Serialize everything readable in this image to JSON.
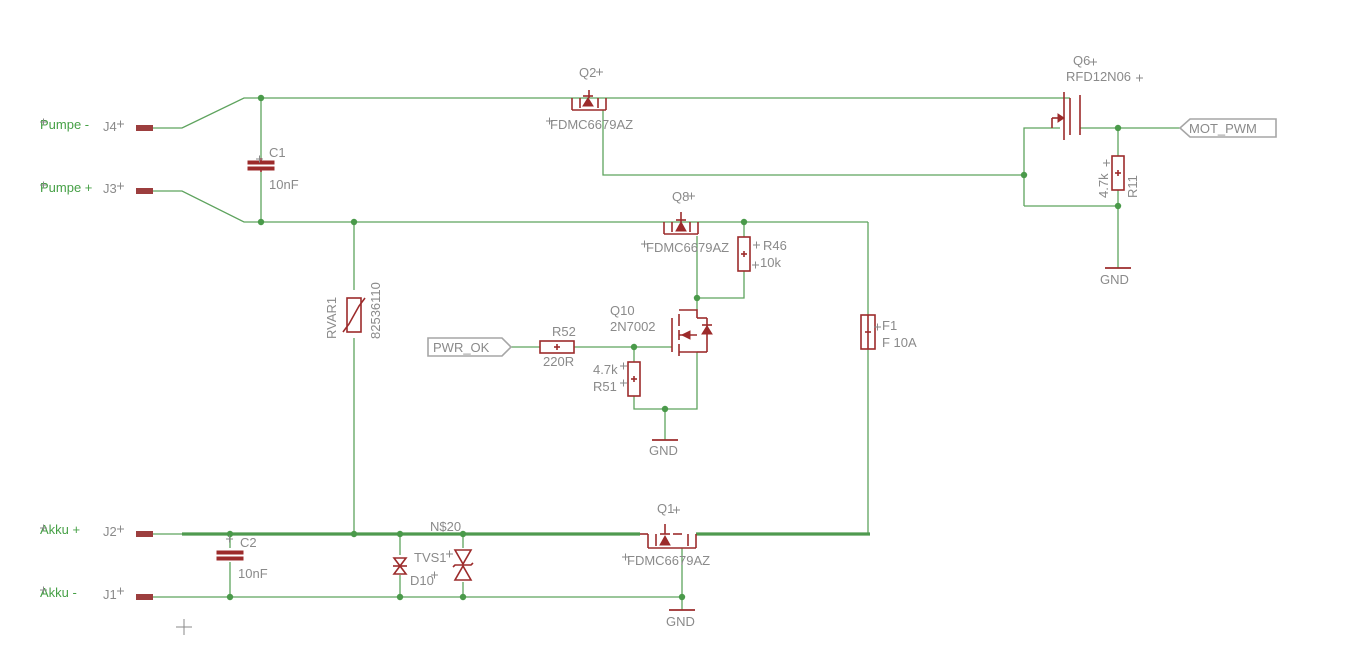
{
  "nets": {
    "pump_minus": "Pumpe -",
    "pump_plus": "Pumpe +",
    "akku_plus": "Akku +",
    "akku_minus": "Akku -",
    "mot_pwm": "MOT_PWM",
    "pwr_ok": "PWR_OK",
    "n20": "N$20"
  },
  "connectors": {
    "j4": "J4",
    "j3": "J3",
    "j2": "J2",
    "j1": "J1"
  },
  "components": {
    "q2": {
      "ref": "Q2",
      "value": "FDMC6679AZ"
    },
    "q6": {
      "ref": "Q6",
      "value": "RFD12N06"
    },
    "q8": {
      "ref": "Q8",
      "value": "FDMC6679AZ"
    },
    "q1": {
      "ref": "Q1",
      "value": "FDMC6679AZ"
    },
    "q10": {
      "ref": "Q10",
      "value": "2N7002"
    },
    "c1": {
      "ref": "C1",
      "value": "10nF"
    },
    "c2": {
      "ref": "C2",
      "value": "10nF"
    },
    "rvar1": {
      "ref": "RVAR1",
      "value": "82536110"
    },
    "r46": {
      "ref": "R46",
      "value": "10k"
    },
    "r52": {
      "ref": "R52",
      "value": "220R"
    },
    "r51": {
      "ref": "R51",
      "value": "4.7k"
    },
    "r11": {
      "ref": "R11",
      "value": "4.7k"
    },
    "f1": {
      "ref": "F1",
      "value": "F 10A"
    },
    "tvs1": {
      "ref": "TVS1"
    },
    "d10": {
      "ref": "D10"
    }
  },
  "gnd_labels": [
    "GND",
    "GND",
    "GND"
  ],
  "colors": {
    "wire": "#5ea35e",
    "part": "#9c2b2b",
    "label": "#8a8a8a",
    "net_label": "#46a046"
  }
}
